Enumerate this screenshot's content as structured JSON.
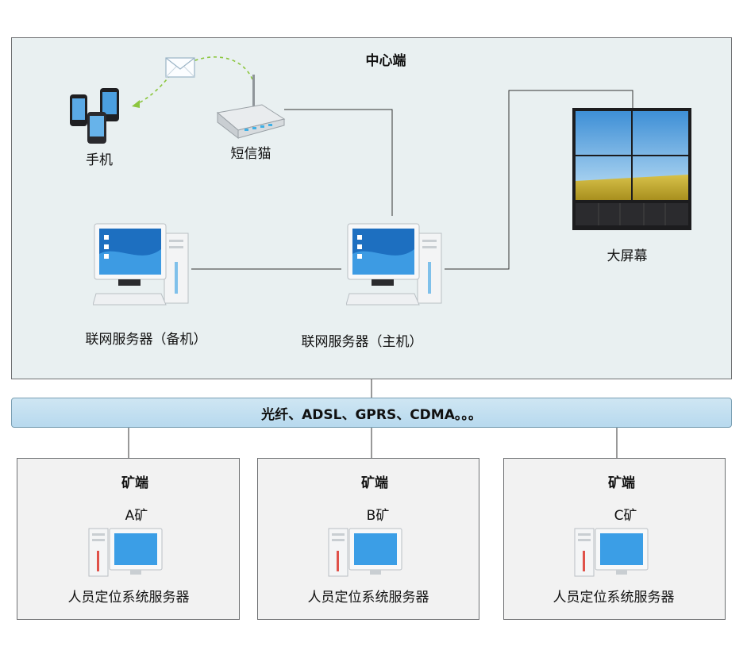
{
  "center": {
    "title": "中心端",
    "phone_label": "手机",
    "modem_label": "短信猫",
    "screen_label": "大屏幕",
    "backup_server_label": "联网服务器（备机）",
    "main_server_label": "联网服务器（主机）"
  },
  "network": {
    "label": "光纤、ADSL、GPRS、CDMA。。。"
  },
  "mines": [
    {
      "title": "矿端",
      "name": "A矿",
      "server_label": "人员定位系统服务器"
    },
    {
      "title": "矿端",
      "name": "B矿",
      "server_label": "人员定位系统服务器"
    },
    {
      "title": "矿端",
      "name": "C矿",
      "server_label": "人员定位系统服务器"
    }
  ]
}
